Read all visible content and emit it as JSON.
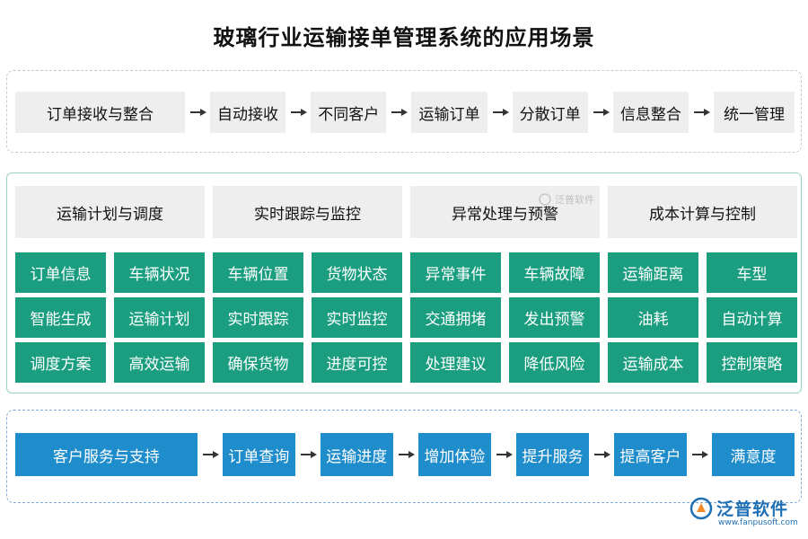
{
  "title": "玻璃行业运输接单管理系统的应用场景",
  "flow_top": [
    "订单接收与整合",
    "自动接收",
    "不同客户",
    "运输订单",
    "分散订单",
    "信息整合",
    "统一管理"
  ],
  "columns": [
    {
      "header": "运输计划与调度",
      "items": [
        "订单信息",
        "车辆状况",
        "智能生成",
        "运输计划",
        "调度方案",
        "高效运输"
      ]
    },
    {
      "header": "实时跟踪与监控",
      "items": [
        "车辆位置",
        "货物状态",
        "实时跟踪",
        "实时监控",
        "确保货物",
        "进度可控"
      ]
    },
    {
      "header": "异常处理与预警",
      "items": [
        "异常事件",
        "车辆故障",
        "交通拥堵",
        "发出预警",
        "处理建议",
        "降低风险"
      ]
    },
    {
      "header": "成本计算与控制",
      "items": [
        "运输距离",
        "车型",
        "油耗",
        "自动计算",
        "运输成本",
        "控制策略"
      ]
    }
  ],
  "flow_bottom": [
    "客户服务与支持",
    "订单查询",
    "运输进度",
    "增加体验",
    "提升服务",
    "提高客户",
    "满意度"
  ],
  "watermark": {
    "name": "泛普软件"
  },
  "logo": {
    "name": "泛普软件",
    "url": "www.fanpusoft.com"
  },
  "colors": {
    "green": "#1a9e7f",
    "blue": "#1f8ccc",
    "gray": "#eeeeee"
  }
}
